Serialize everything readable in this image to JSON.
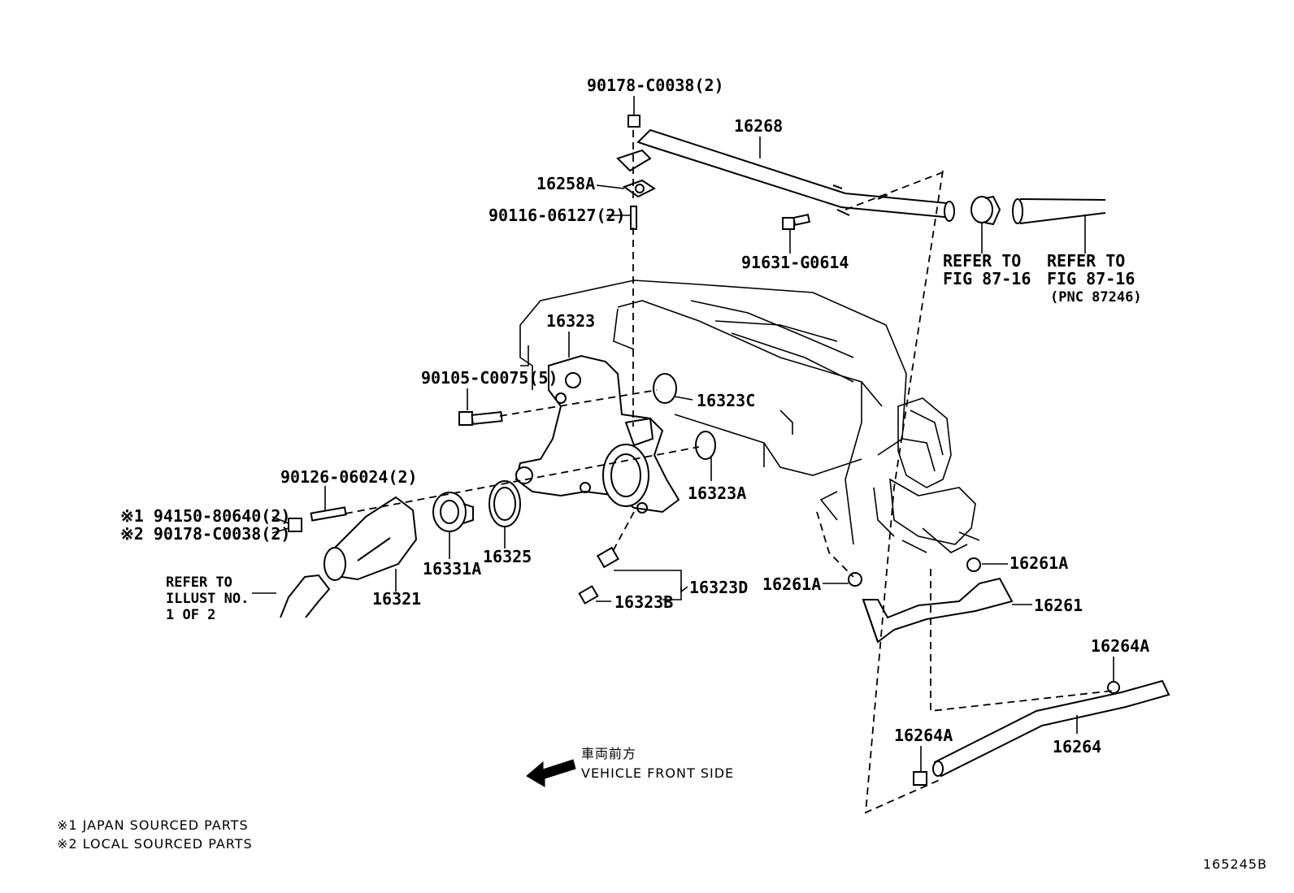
{
  "callouts": {
    "p90178_top": "90178-C0038(2)",
    "p16268": "16268",
    "p16258A": "16258A",
    "p90116": "90116-06127(2)",
    "p91631": "91631-G0614",
    "refer_fig1_line1": "REFER TO",
    "refer_fig1_line2": "FIG 87-16",
    "refer_fig2_line1": "REFER TO",
    "refer_fig2_line2": "FIG 87-16",
    "refer_fig2_line3": "(PNC 87246)",
    "p16323": "16323",
    "p90105": "90105-C0075(5)",
    "p16323C": "16323C",
    "p16323A": "16323A",
    "p90126": "90126-06024(2)",
    "p94150": "※1 94150-80640(2)",
    "p90178_bot": "※2 90178-C0038(2)",
    "refer_illust_line1": "REFER TO",
    "refer_illust_line2": "ILLUST NO.",
    "refer_illust_line3": "1 OF 2",
    "p16321": "16321",
    "p16331A": "16331A",
    "p16325": "16325",
    "p16323D": "16323D",
    "p16323B": "16323B",
    "p16261A_left": "16261A",
    "p16261A_right": "16261A",
    "p16261": "16261",
    "p16264A_right": "16264A",
    "p16264A_left": "16264A",
    "p16264": "16264"
  },
  "direction": {
    "jp": "車両前方",
    "en": "VEHICLE FRONT SIDE"
  },
  "legend": {
    "note1": "※1 JAPAN SOURCED PARTS",
    "note2": "※2 LOCAL SOURCED PARTS"
  },
  "figure_id": "165245B"
}
